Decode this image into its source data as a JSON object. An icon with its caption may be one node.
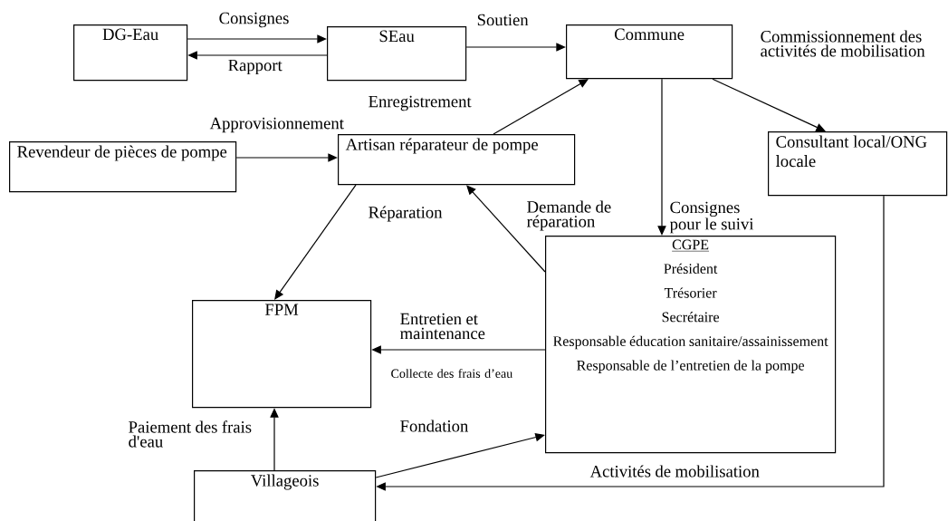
{
  "diagram": {
    "nodes": [
      {
        "text": [
          "DG-Eau"
        ]
      },
      {
        "text": [
          "SEau"
        ]
      },
      {
        "text": [
          "Commune"
        ]
      },
      {
        "text": [
          "Revendeur de pièces de pompe"
        ]
      },
      {
        "text": [
          "Artisan réparateur de pompe"
        ]
      },
      {
        "text": [
          "Consultant local/ONG locale"
        ]
      },
      {
        "text": [
          "CGPE",
          "Président",
          "Trésorier",
          "Secrétaire",
          "Responsable éducation sanitaire/assainissement",
          "Responsable de l’entretien de la pompe"
        ]
      },
      {
        "text": [
          "FPM"
        ]
      },
      {
        "text": [
          "Villageois"
        ]
      }
    ],
    "edges": [
      {
        "from": 0,
        "to": 1,
        "arrow": "to",
        "label": "Consignes"
      },
      {
        "from": 1,
        "to": 0,
        "arrow": "to",
        "label": "Rapport"
      },
      {
        "from": 1,
        "to": 2,
        "arrow": "to",
        "label": "Soutien"
      },
      {
        "from": 4,
        "to": 2,
        "arrow": "to",
        "label": "Enregistrement"
      },
      {
        "from": 3,
        "to": 4,
        "arrow": "to",
        "label": "Approvisionnement"
      },
      {
        "from": 2,
        "to": 5,
        "arrow": "to",
        "label": "Commissionnement des activités de mobilisation"
      },
      {
        "from": 2,
        "to": 6,
        "arrow": "to",
        "label": "Consignes pour le suivi"
      },
      {
        "from": 4,
        "to": 7,
        "arrow": "to",
        "label": "Réparation"
      },
      {
        "from": 6,
        "to": 4,
        "arrow": "to",
        "label": "Demande de réparation"
      },
      {
        "from": 6,
        "to": 7,
        "arrow": "to",
        "label": "Entretien et maintenance"
      },
      {
        "from": 8,
        "to": 7,
        "arrow": "to",
        "label": "Paiement des frais d'eau"
      },
      {
        "from": 8,
        "to": 6,
        "arrow": "to",
        "label": "Fondation"
      },
      {
        "from": 5,
        "to": 8,
        "arrow": "to",
        "label": "Activités de mobilisation"
      }
    ],
    "labels": [
      "Collecte des frais d’eau"
    ]
  }
}
